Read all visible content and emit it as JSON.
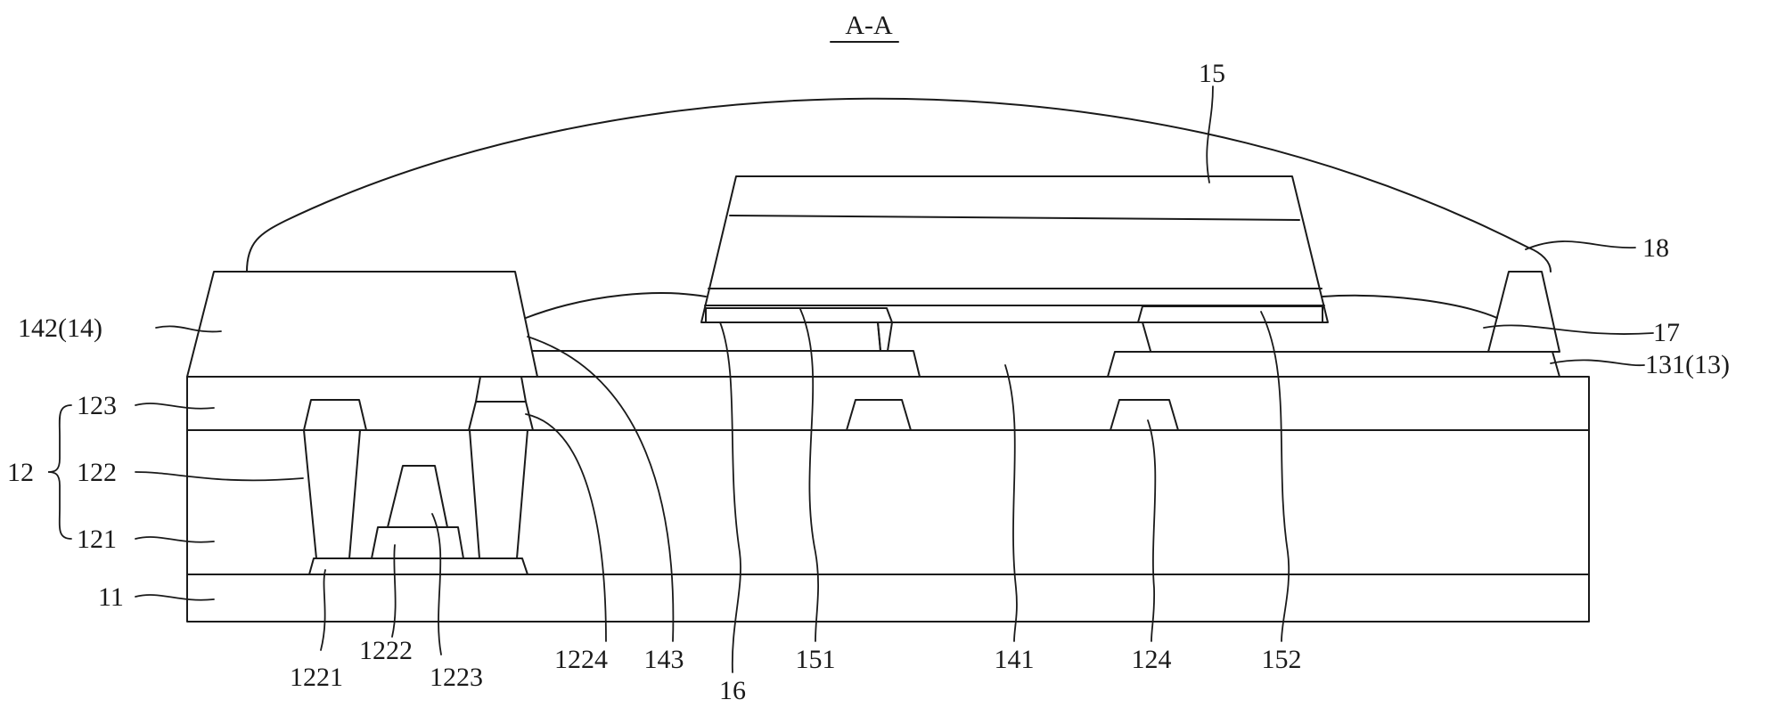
{
  "title": "A-A",
  "labels": {
    "l15": "15",
    "l18": "18",
    "l142": "142(14)",
    "l17": "17",
    "l131": "131(13)",
    "l123": "123",
    "l12": "12",
    "l122": "122",
    "l121": "121",
    "l11": "11",
    "l1221": "1221",
    "l1222": "1222",
    "l1223": "1223",
    "l1224": "1224",
    "l143": "143",
    "l16": "16",
    "l151": "151",
    "l141": "141",
    "l124": "124",
    "l152": "152"
  }
}
